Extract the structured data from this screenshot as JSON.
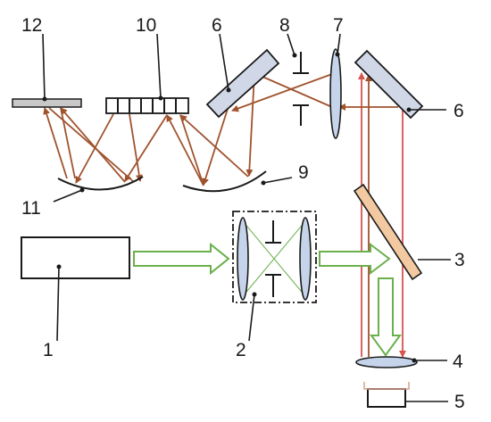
{
  "labels": {
    "n1": "1",
    "n2": "2",
    "n3": "3",
    "n4": "4",
    "n5": "5",
    "n6a": "6",
    "n6b": "6",
    "n7": "7",
    "n8": "8",
    "n9": "9",
    "n10": "10",
    "n11": "11",
    "n12": "12"
  },
  "colors": {
    "beam_brown": "#a0522d",
    "beam_red": "#d9534f",
    "beam_green": "#6ab04c",
    "beamsplitter": "#f2c9a0",
    "lens": "#c5d4ea",
    "detector": "#c8c8c8"
  }
}
